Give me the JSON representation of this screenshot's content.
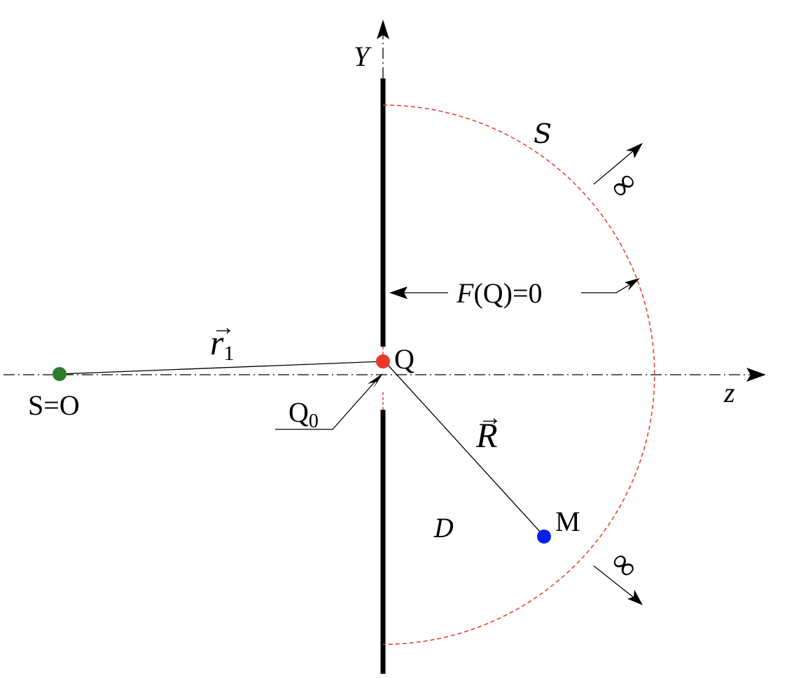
{
  "diagram": {
    "axes": {
      "y_label": "Y",
      "z_label": "z"
    },
    "labels": {
      "surface": "S",
      "domain": "D",
      "infinity_top": "∞",
      "infinity_bottom": "∞",
      "boundary_condition": "F(Q)=0",
      "source": "S=O",
      "point_q": "Q",
      "point_q0": "Q",
      "point_q0_sub": "0",
      "point_m": "M",
      "vec_r1": "r",
      "vec_r1_sub": "1",
      "vec_r1_arrow": "→",
      "vec_R": "R",
      "vec_R_arrow": "→"
    },
    "colors": {
      "line": "#000000",
      "surface": "#e8392a",
      "point_q": "#e8392a",
      "point_s": "#2e7d2e",
      "point_m": "#0a1fe6"
    }
  }
}
